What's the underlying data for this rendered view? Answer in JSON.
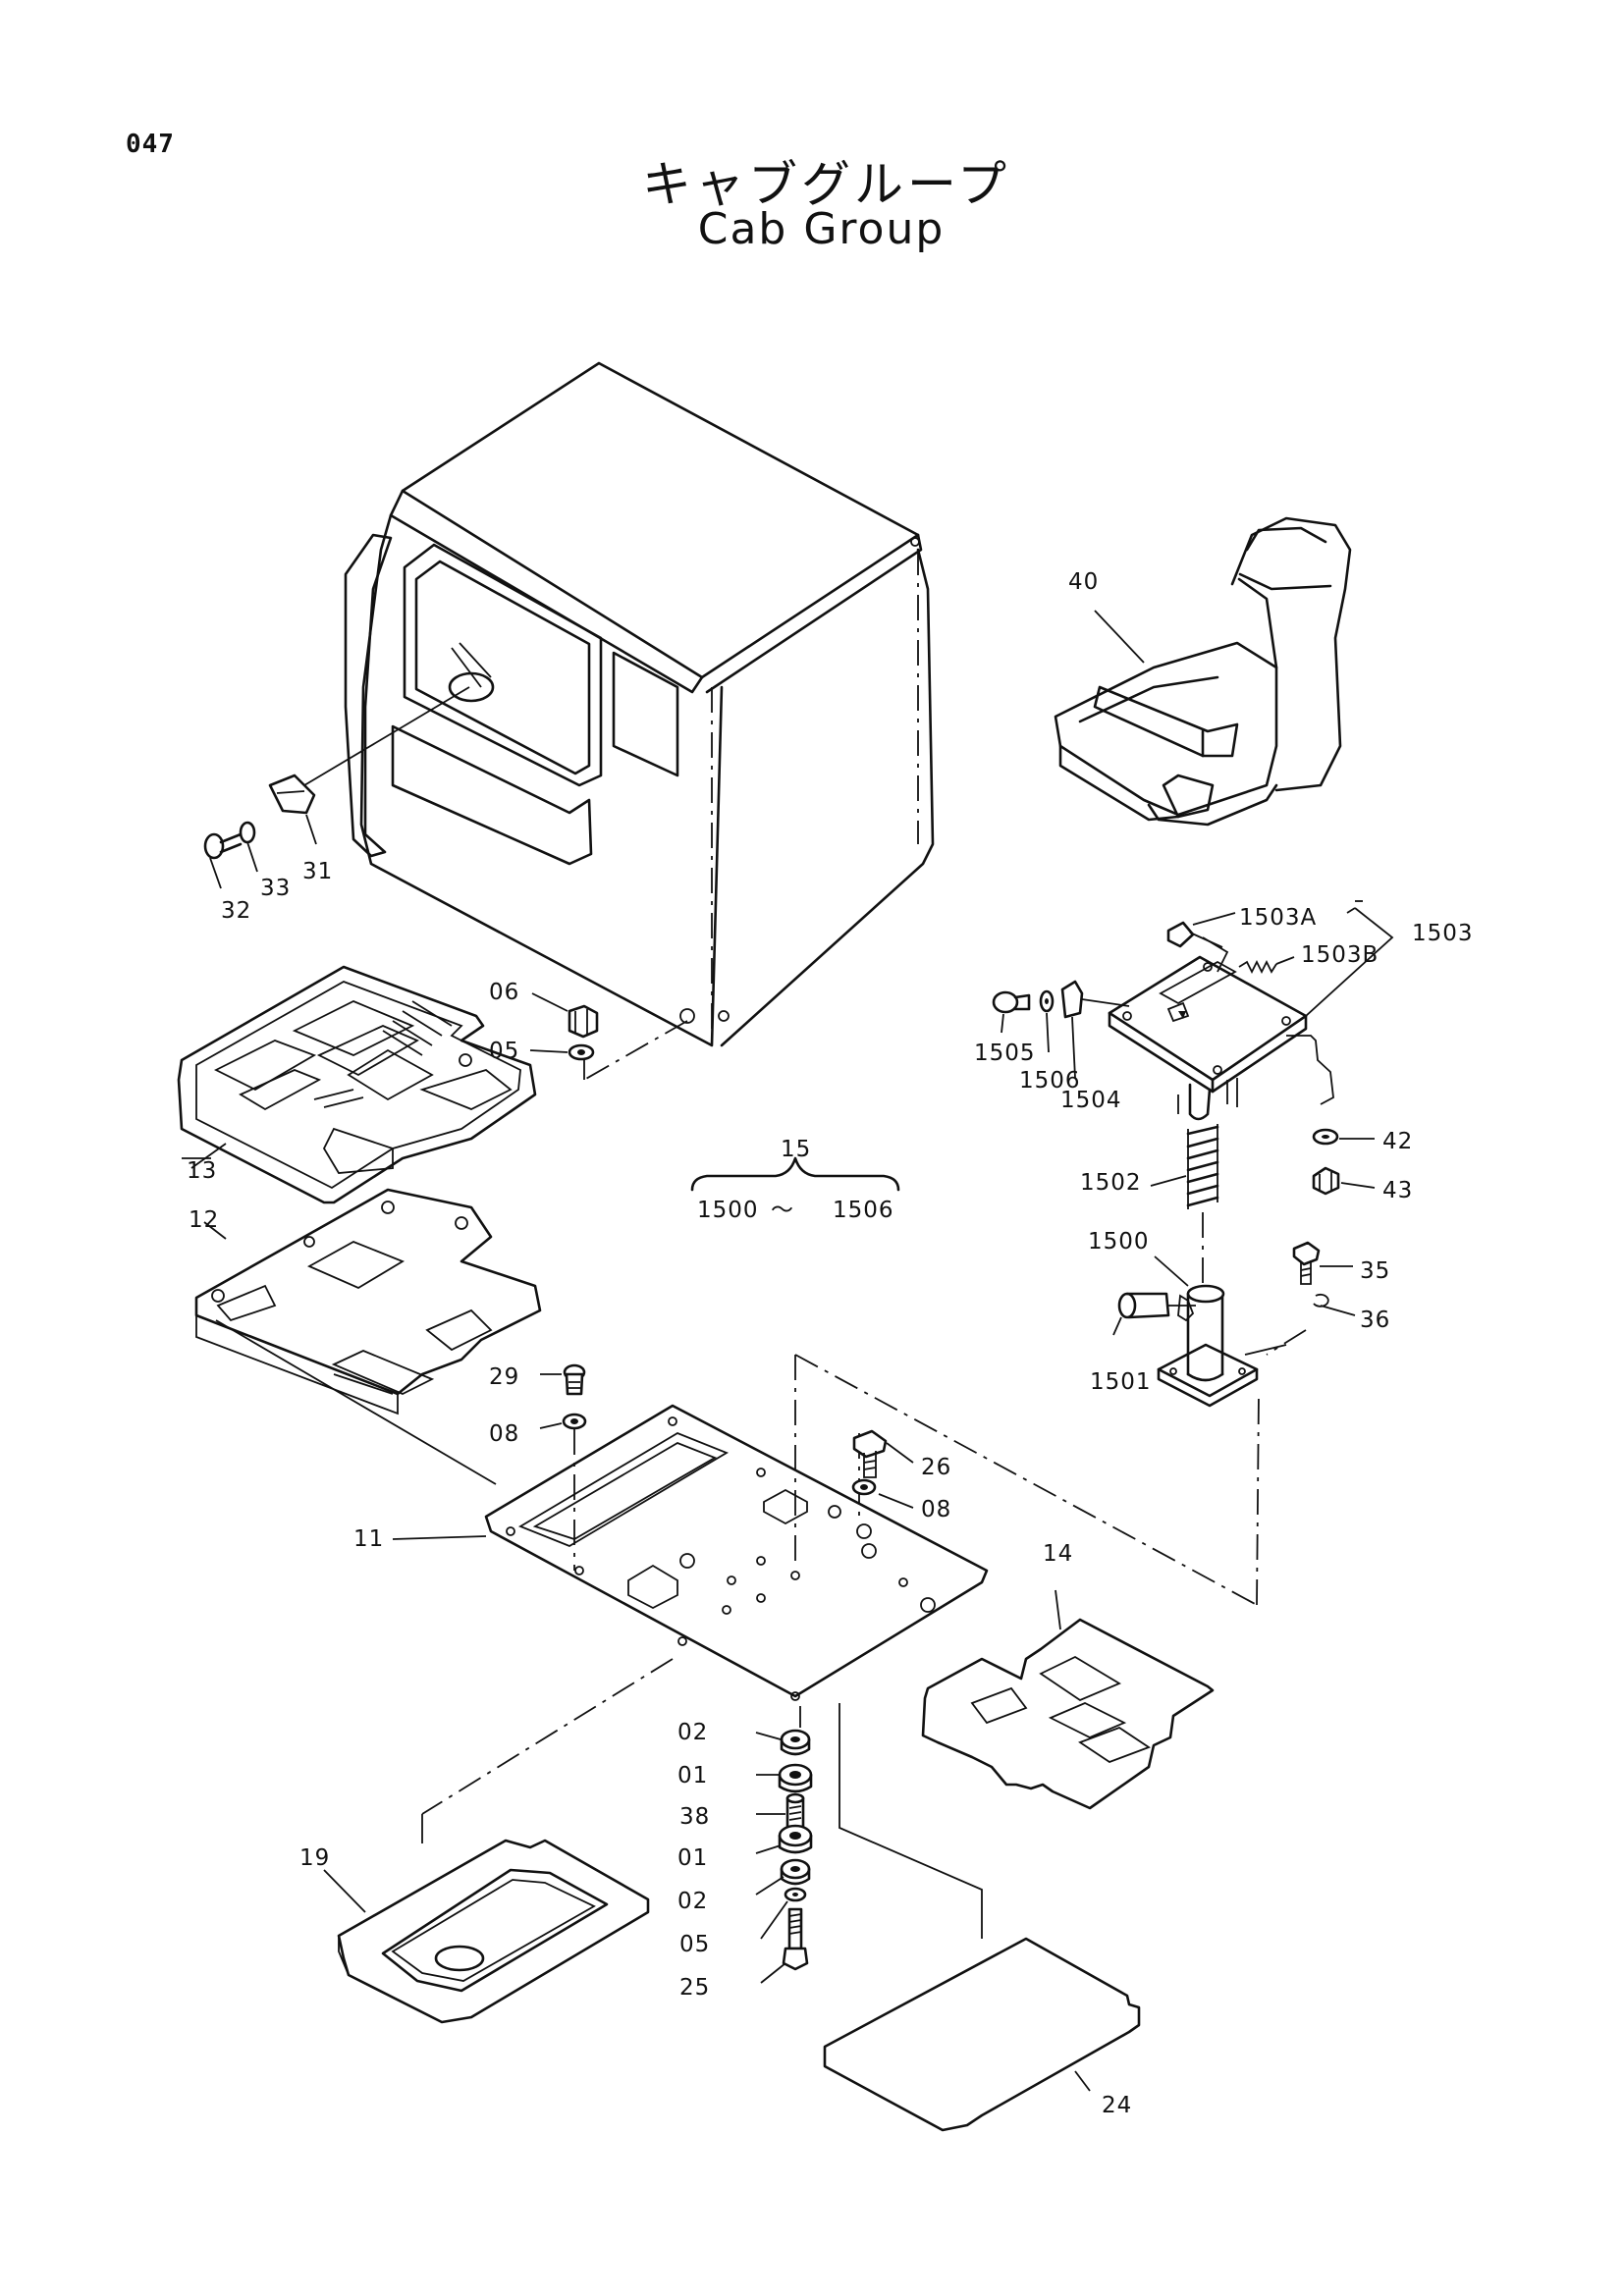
{
  "page_number": "047",
  "title_jp": "キャブグループ",
  "title_en": "Cab Group",
  "part_labels": {
    "p40": "40",
    "p31": "31",
    "p32": "32",
    "p33": "33",
    "p06": "06",
    "p05a": "05",
    "p13": "13",
    "p12": "12",
    "p15": "15",
    "p15_range_start": "1500",
    "p15_range_end": "1506",
    "p1503A": "1503A",
    "p1503": "1503",
    "p1503B": "1503B",
    "p1505": "1505",
    "p1506": "1506",
    "p1504": "1504",
    "p42": "42",
    "p43": "43",
    "p1502": "1502",
    "p1500": "1500",
    "p35": "35",
    "p36": "36",
    "p1501": "1501",
    "p29": "29",
    "p08a": "08",
    "p26": "26",
    "p08b": "08",
    "p11": "11",
    "p14": "14",
    "p02a": "02",
    "p01a": "01",
    "p38": "38",
    "p01b": "01",
    "p02b": "02",
    "p05b": "05",
    "p25": "25",
    "p19": "19",
    "p24": "24"
  }
}
